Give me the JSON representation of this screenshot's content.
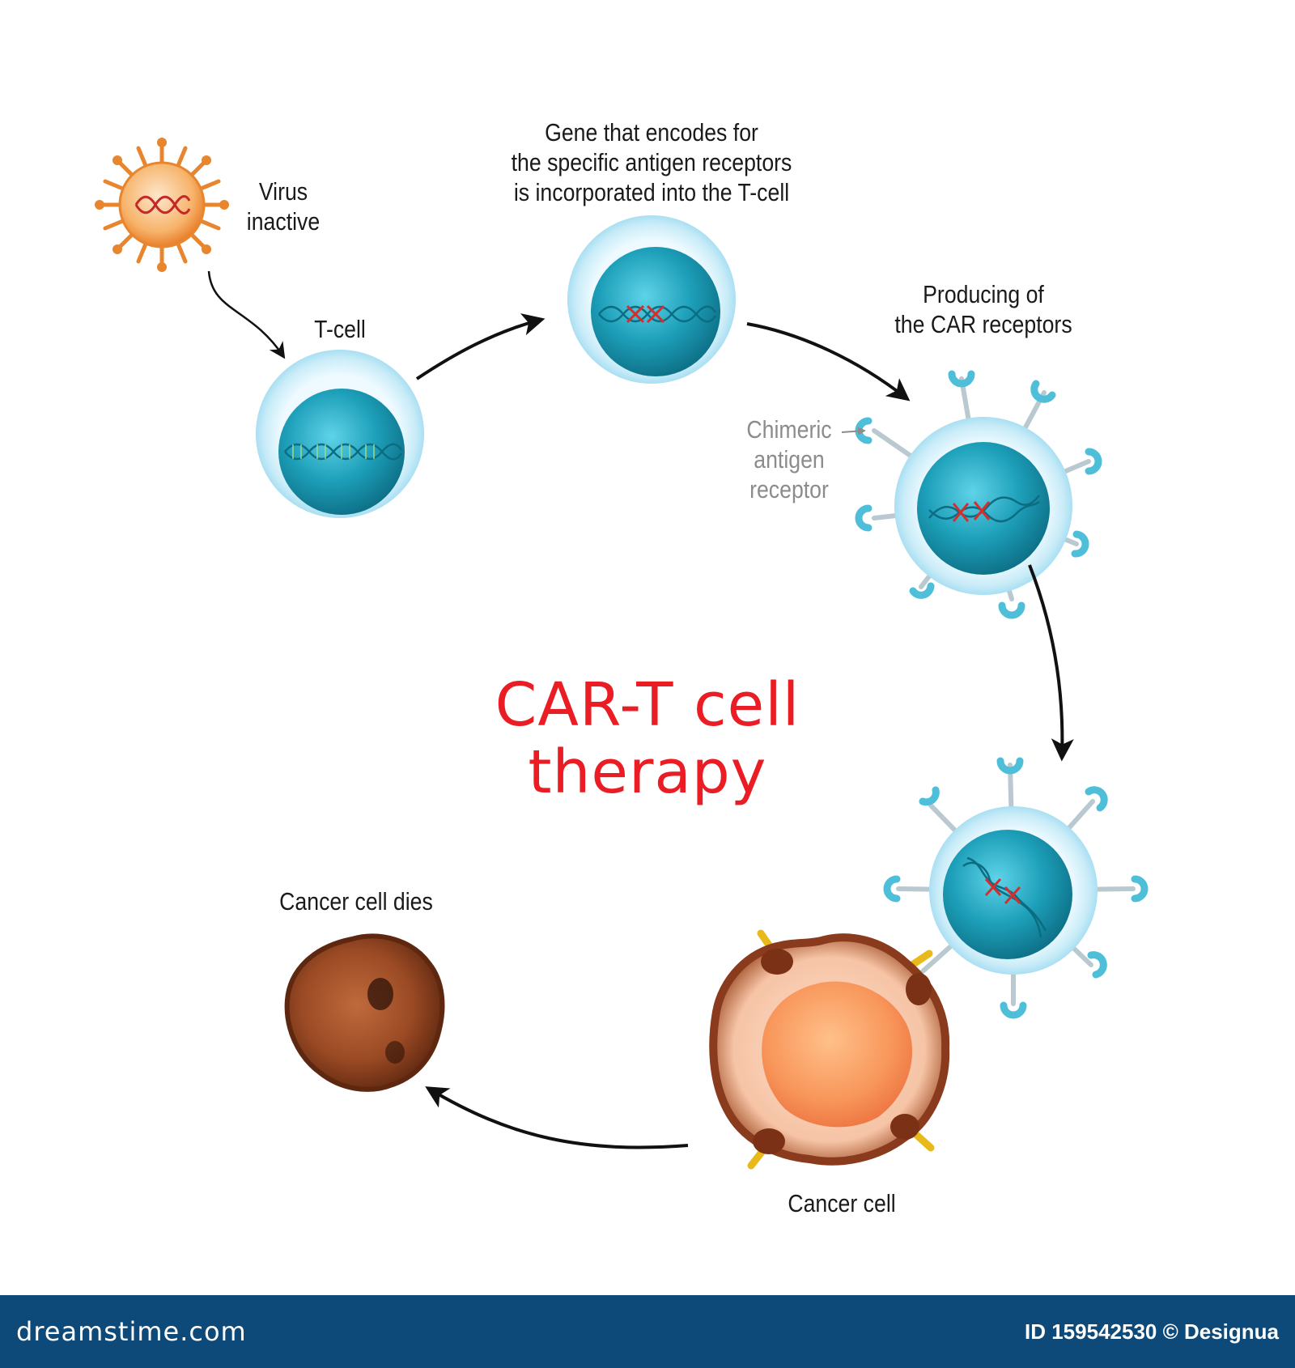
{
  "diagram": {
    "labels": {
      "virus": [
        "Virus",
        "inactive"
      ],
      "tcell": "T-cell",
      "gene": [
        "Gene that encodes for",
        "the specific antigen receptors",
        "is incorporated into the T-cell"
      ],
      "producing": [
        "Producing of",
        "the CAR receptors"
      ],
      "chimeric": [
        "Chimeric",
        "antigen",
        "receptor"
      ],
      "cancer_dies": "Cancer cell dies",
      "cancer_cell": "Cancer cell"
    },
    "title": [
      "CAR-T cell",
      "therapy"
    ]
  },
  "footer": {
    "brand": "dreamstime.com",
    "id_text": "ID 159542530 © Designua"
  },
  "colors": {
    "title_red": "#ea1c24",
    "tcell_nucleus": "#1a9bb5",
    "tcell_membrane": "#d9f1fa",
    "receptor": "#5cc3dc",
    "virus_orange": "#f08a2e",
    "cancer_brown": "#8a3b1d",
    "cancer_nucleus": "#f58c55",
    "dead_cell": "#6b2c12",
    "footer_blue": "#0d4a7a"
  }
}
